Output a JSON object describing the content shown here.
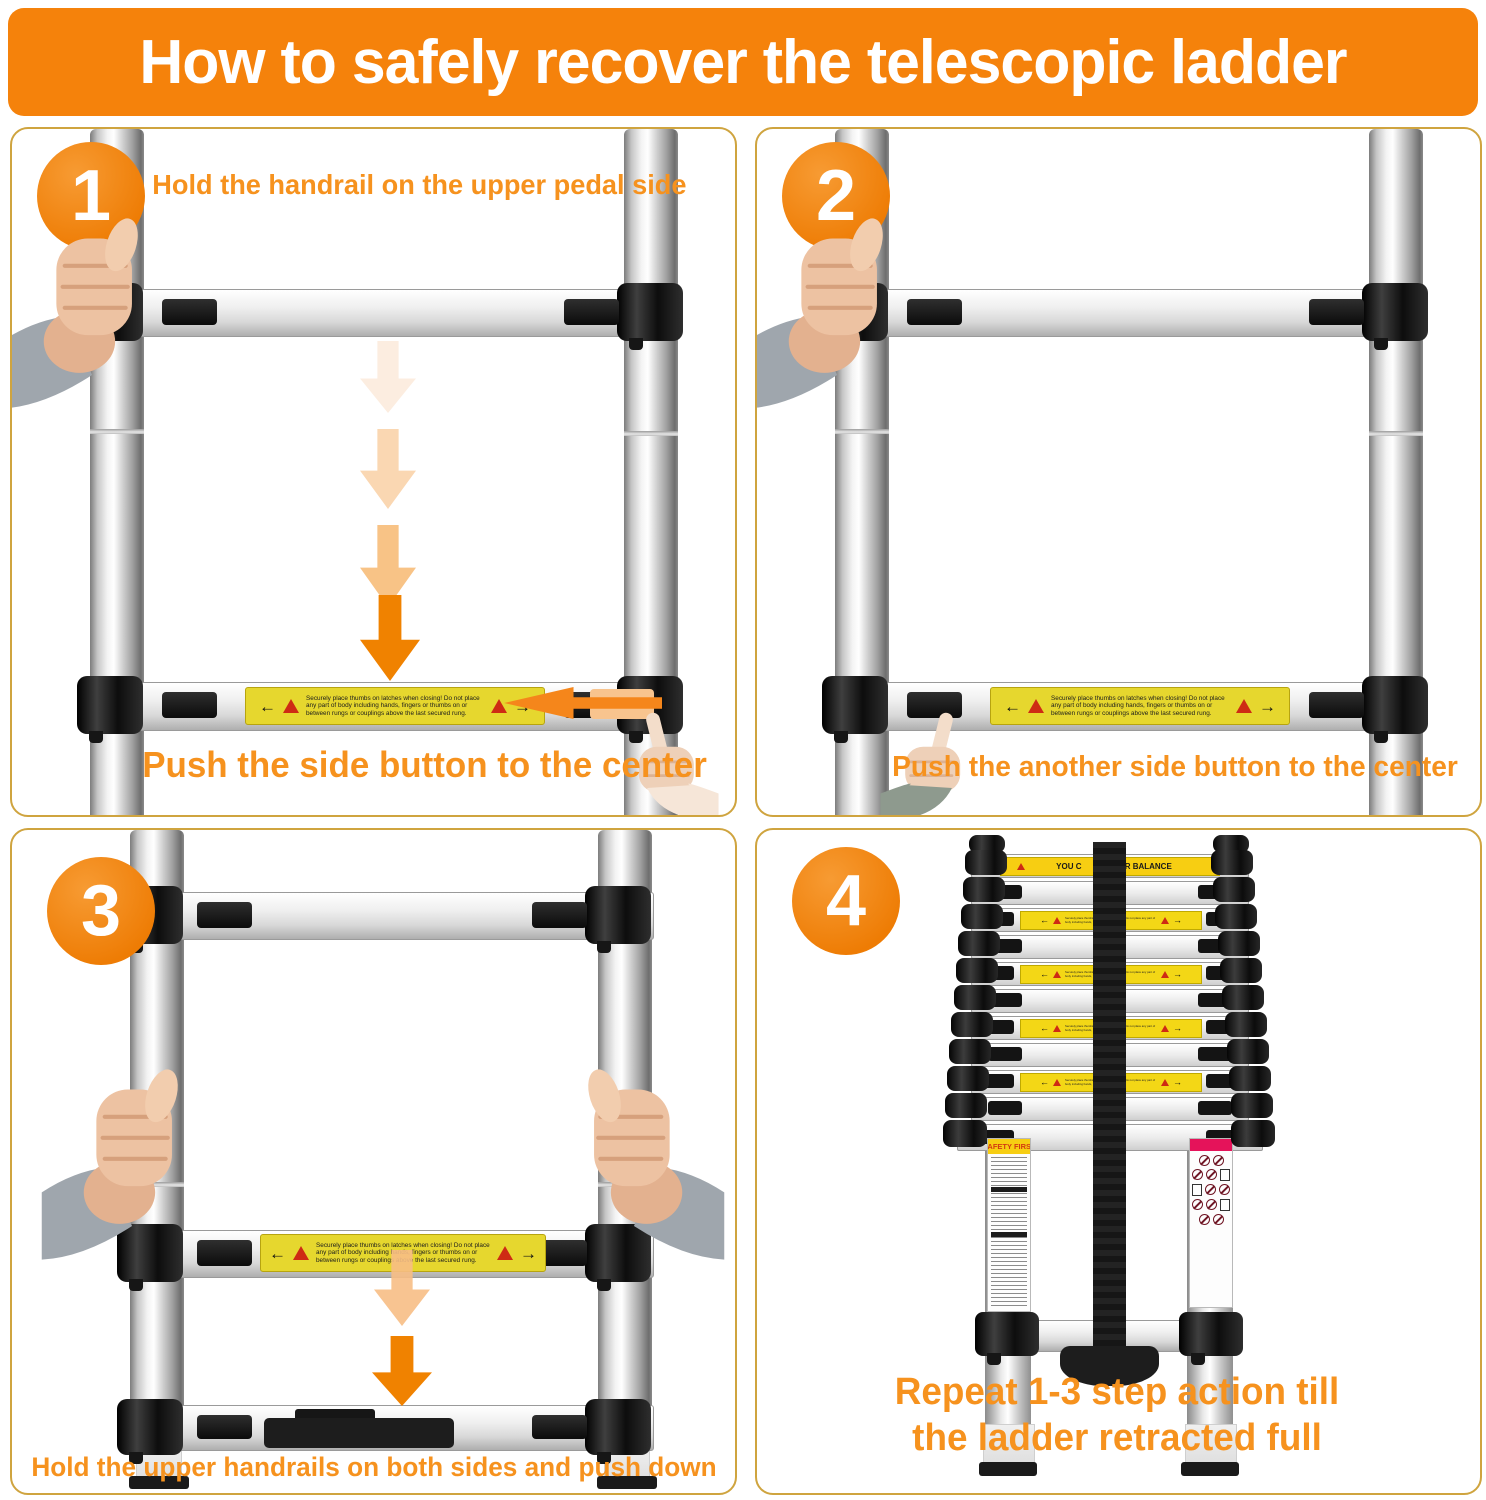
{
  "title": {
    "text": "How to safely recover the telescopic ladder"
  },
  "colors": {
    "title_bg": "#F5820B",
    "caption_orange": "#F6921E",
    "panel_border": "#CFA43F",
    "arrow_solid": "#F08200",
    "warning_yellow": "#E6D72E",
    "pink_band": "#E5135A"
  },
  "steps": [
    {
      "number": "1",
      "top_caption": "Hold the handrail on the upper pedal side",
      "bottom_caption": "Push the side button to the center"
    },
    {
      "number": "2",
      "bottom_caption": "Push the another side button to the center"
    },
    {
      "number": "3",
      "bottom_caption": "Hold the upper handrails on both sides and push down"
    },
    {
      "number": "4",
      "bottom_caption_line1": "Repeat 1-3 step action till",
      "bottom_caption_line2": "the ladder retracted full"
    }
  ],
  "rung_warning_label": {
    "line1": "Securely place thumbs on latches when closing!",
    "line2": "Do not place any part of body including hands, fingers or thumbs on or",
    "line3": "between rungs or couplings above the last secured rung."
  },
  "retracted_ladder": {
    "top_label_left": "YOU C",
    "top_label_right": "OUR BALANCE",
    "left_leg_label_title": "SAFETY FIRST"
  }
}
